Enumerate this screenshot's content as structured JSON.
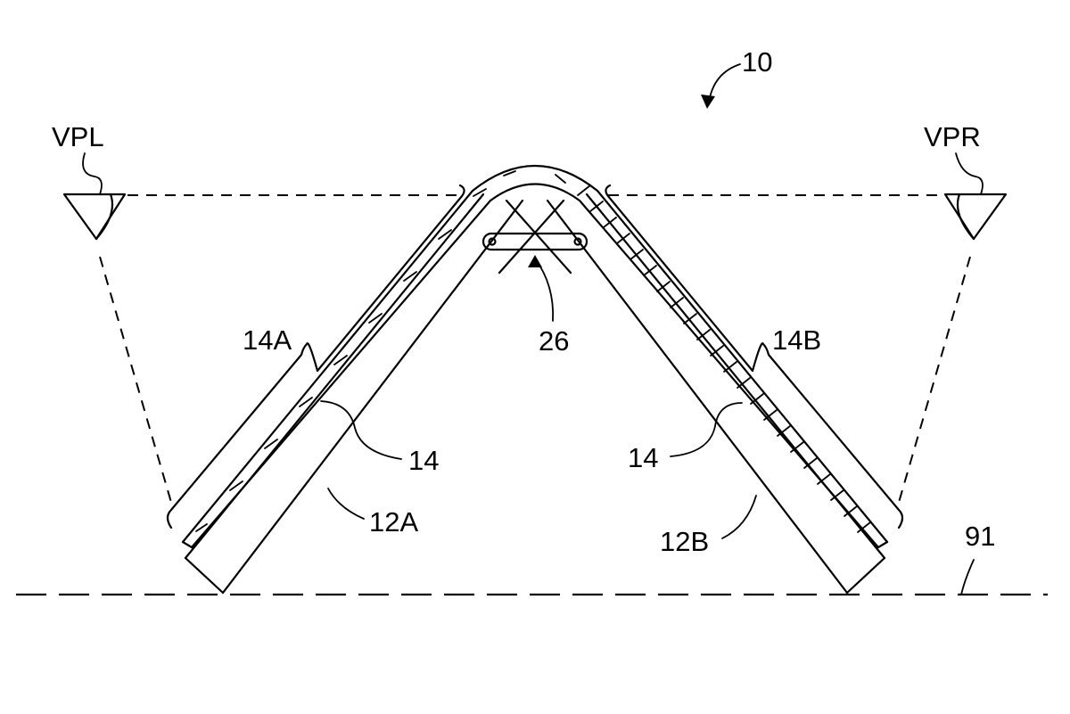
{
  "labels": {
    "device": "10",
    "viewpoint_left": "VPL",
    "viewpoint_right": "VPR",
    "display_left": "14A",
    "display_right": "14B",
    "hinge": "26",
    "display_left_ref": "14",
    "display_right_ref": "14",
    "housing_left": "12A",
    "housing_right": "12B",
    "ground_line": "91"
  }
}
